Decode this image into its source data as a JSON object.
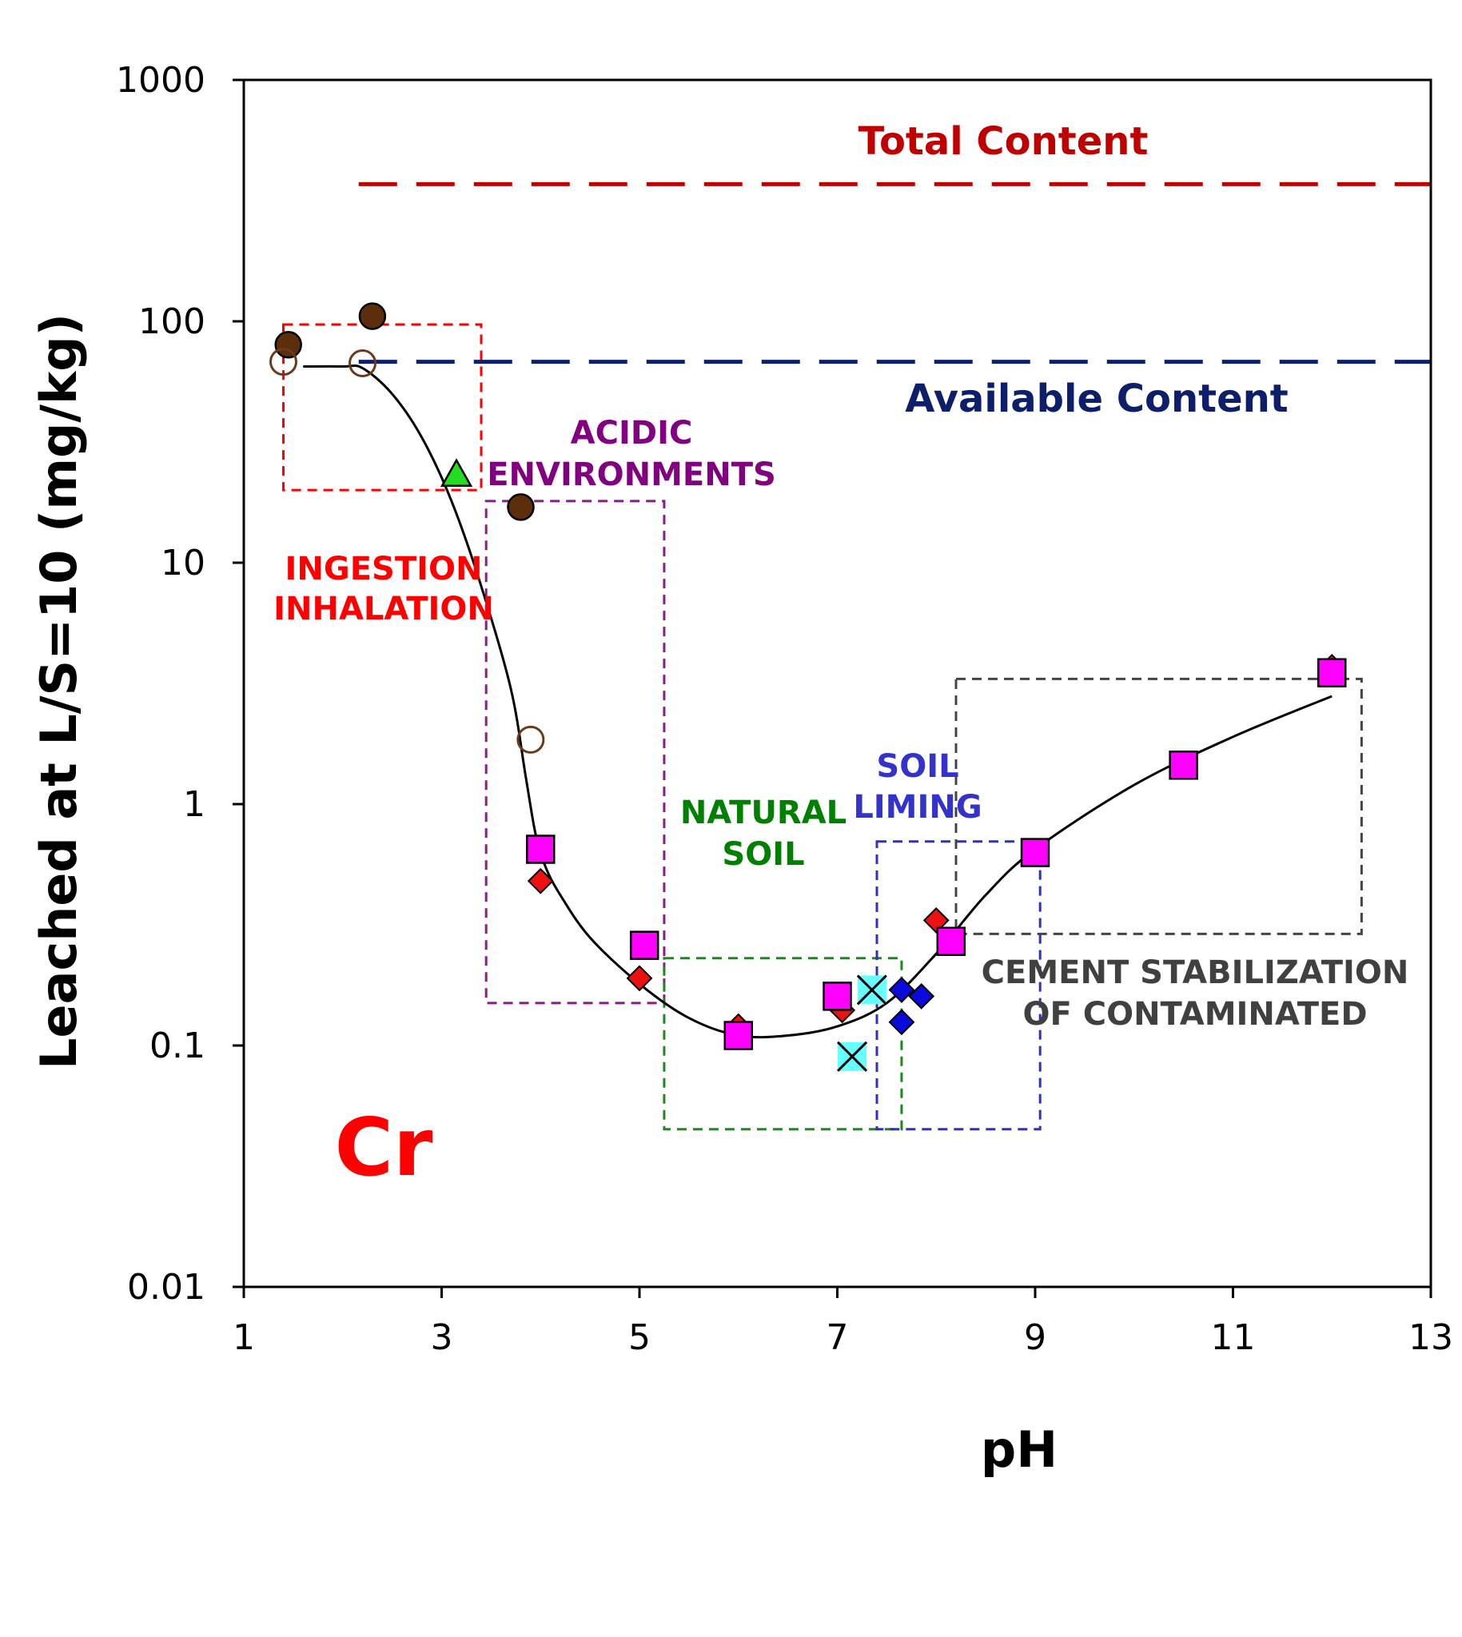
{
  "chart_data": {
    "type": "scatter",
    "title": "",
    "element_label": "Cr",
    "xlabel": "pH",
    "ylabel": "Leached at L/S=10 (mg/kg)",
    "xlim": [
      1,
      13
    ],
    "ylim": [
      0.01,
      1000
    ],
    "yscale": "log",
    "x_ticks": [
      1,
      3,
      5,
      7,
      9,
      11,
      13
    ],
    "x_tick_labels": [
      "1",
      "3",
      "5",
      "7",
      "9",
      "11",
      "13"
    ],
    "y_ticks": [
      0.01,
      0.1,
      1,
      10,
      100,
      1000
    ],
    "y_tick_labels": [
      "0.01",
      "0.1",
      "1",
      "10",
      "100",
      "1000"
    ],
    "grid": false,
    "reference_lines": [
      {
        "label": "Total Content",
        "y": 370,
        "x_start": 2.0,
        "x_end": 13,
        "color": "#c00000"
      },
      {
        "label": "Available Content",
        "y": 68,
        "x_start": 2.0,
        "x_end": 13,
        "color": "#0d1e6b"
      }
    ],
    "regions": [
      {
        "lines": [
          "INGESTION",
          "INHALATION"
        ],
        "x": [
          1.4,
          3.4
        ],
        "y": [
          20,
          97
        ],
        "color": "#ff0000",
        "text_color": "#ff0000"
      },
      {
        "lines": [
          "ACIDIC",
          "ENVIRONMENTS"
        ],
        "x": [
          3.45,
          5.25
        ],
        "y": [
          0.15,
          18
        ],
        "color": "#8b1a8b",
        "text_color": "#800080"
      },
      {
        "lines": [
          "NATURAL",
          "SOIL"
        ],
        "x": [
          5.25,
          7.65
        ],
        "y": [
          0.045,
          0.23
        ],
        "color": "#1a8a1a",
        "text_color": "#008000"
      },
      {
        "lines": [
          "SOIL",
          "LIMING"
        ],
        "x": [
          7.4,
          9.05
        ],
        "y": [
          0.045,
          0.7
        ],
        "color": "#3030c0",
        "text_color": "#3333cc"
      },
      {
        "lines": [
          "CEMENT STABILIZATION",
          "OF CONTAMINATED"
        ],
        "x": [
          8.2,
          12.3
        ],
        "y": [
          0.29,
          3.3
        ],
        "color": "#444444",
        "text_color": "#404040"
      }
    ],
    "fit_curve": {
      "x": [
        1.6,
        2.0,
        2.2,
        2.5,
        2.8,
        3.1,
        3.4,
        3.7,
        3.85,
        3.95,
        4.05,
        4.2,
        4.5,
        5.0,
        5.5,
        6.0,
        6.5,
        7.0,
        7.5,
        8.0,
        8.5,
        9.0,
        10.0,
        11.0,
        12.0
      ],
      "y": [
        65,
        65,
        64,
        50,
        33,
        18,
        8,
        3,
        1.3,
        0.75,
        0.55,
        0.42,
        0.28,
        0.18,
        0.13,
        0.11,
        0.11,
        0.12,
        0.15,
        0.24,
        0.42,
        0.65,
        1.2,
        1.9,
        2.8
      ],
      "color": "#000000"
    },
    "series": [
      {
        "marker": "circle-filled",
        "color": "#5c2e0c",
        "x": [
          1.45,
          2.3,
          3.8
        ],
        "y": [
          80,
          105,
          17
        ]
      },
      {
        "marker": "circle-open",
        "color": "#6b3a1a",
        "x": [
          1.4,
          2.2,
          3.9
        ],
        "y": [
          68,
          67,
          1.85
        ]
      },
      {
        "marker": "triangle",
        "color": "#22dd22",
        "x": [
          3.15
        ],
        "y": [
          23
        ]
      },
      {
        "marker": "diamond",
        "color": "#ee1111",
        "x": [
          4.0,
          5.0,
          6.0,
          7.05,
          8.0,
          12.0
        ],
        "y": [
          0.48,
          0.19,
          0.12,
          0.14,
          0.33,
          3.7
        ]
      },
      {
        "marker": "square",
        "color": "#ff00ff",
        "x": [
          4.0,
          5.05,
          6.0,
          7.0,
          8.15,
          9.0,
          10.5,
          12.0
        ],
        "y": [
          0.65,
          0.26,
          0.11,
          0.16,
          0.27,
          0.63,
          1.45,
          3.5
        ]
      },
      {
        "marker": "x-square",
        "color": "#66ffff",
        "x": [
          7.15,
          7.35
        ],
        "y": [
          0.09,
          0.17
        ]
      },
      {
        "marker": "diamond",
        "color": "#0a0add",
        "x": [
          7.65,
          7.85,
          7.65
        ],
        "y": [
          0.17,
          0.16,
          0.125
        ]
      }
    ]
  },
  "colors": {
    "element_label": "#ff0000"
  }
}
